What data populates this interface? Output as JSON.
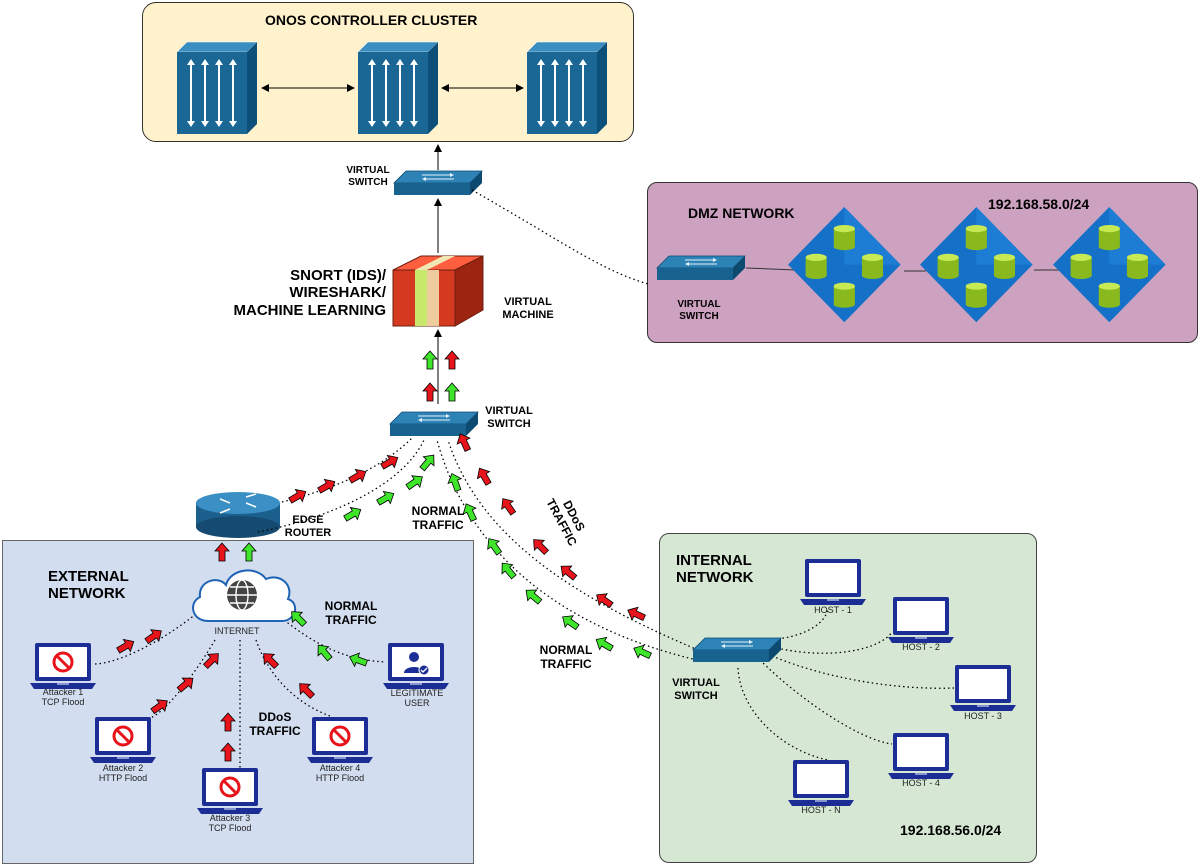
{
  "controller": {
    "title": "ONOS CONTROLLER CLUSTER"
  },
  "dmz": {
    "title": "DMZ NETWORK",
    "subnet": "192.168.58.0/24",
    "switch_label": "VIRTUAL\nSWITCH"
  },
  "ids": {
    "title": "SNORT (IDS)/\nWIRESHARK/\nMACHINE LEARNING",
    "vm_label": "VIRTUAL\nMACHINE"
  },
  "top_switch": {
    "label": "VIRTUAL\nSWITCH"
  },
  "core_switch": {
    "label": "VIRTUAL\nSWITCH"
  },
  "edge_router": {
    "label": "EDGE\nROUTER"
  },
  "external": {
    "title": "EXTERNAL\nNETWORK",
    "internet_label": "INTERNET",
    "normal_traffic": "NORMAL\nTRAFFIC",
    "ddos_traffic": "DDoS\nTRAFFIC",
    "legit_user": "LEGITIMATE\nUSER",
    "attackers": [
      {
        "label": "Attacker 1\nTCP Flood"
      },
      {
        "label": "Attacker 2\nHTTP Flood"
      },
      {
        "label": "Attacker 3\nTCP Flood"
      },
      {
        "label": "Attacker 4\nHTTP Flood"
      }
    ]
  },
  "middle": {
    "normal_traffic_upper": "NORMAL\nTRAFFIC",
    "normal_traffic_lower": "NORMAL\nTRAFFIC",
    "ddos_traffic": "DDoS\nTRAFFIC"
  },
  "internal": {
    "title": "INTERNAL\nNETWORK",
    "subnet": "192.168.56.0/24",
    "switch_label": "VIRTUAL\nSWITCH",
    "hosts": [
      {
        "label": "HOST - 1"
      },
      {
        "label": "HOST - 2"
      },
      {
        "label": "HOST - 3"
      },
      {
        "label": "HOST - 4"
      },
      {
        "label": "HOST - N"
      }
    ]
  },
  "colors": {
    "attack": "#e8141b",
    "normal": "#3fe52b",
    "device_blue": "#1f6d99",
    "laptop_blue": "#1d2d96"
  }
}
